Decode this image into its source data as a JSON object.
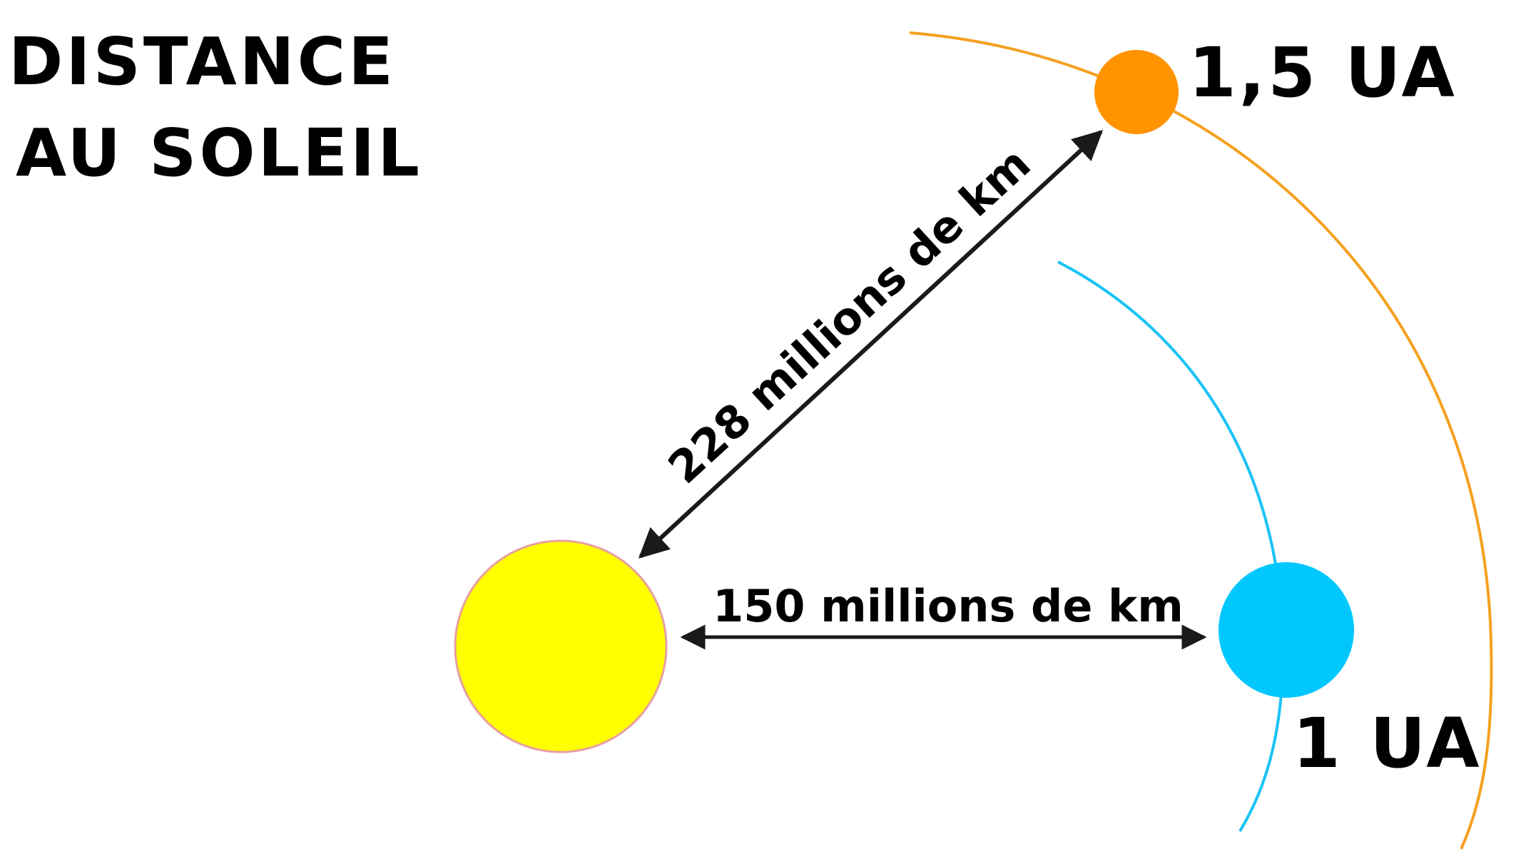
{
  "title": {
    "line1": "DISTANCE",
    "line2": "AU SOLEIL"
  },
  "bodies": {
    "sun": {
      "color": "#FFFF00",
      "outline": "#E8A0A0"
    },
    "earth": {
      "color": "#00C8FF",
      "orbit_color": "#19C3F5",
      "label": "1 UA"
    },
    "mars": {
      "color": "#FF9300",
      "orbit_color": "#F5A01F",
      "label": "1,5 UA"
    }
  },
  "distances": {
    "sun_earth": "150 millions de km",
    "sun_mars": "228 millions de km"
  },
  "colors": {
    "arrow": "#1A1A1A",
    "text": "#000000"
  }
}
